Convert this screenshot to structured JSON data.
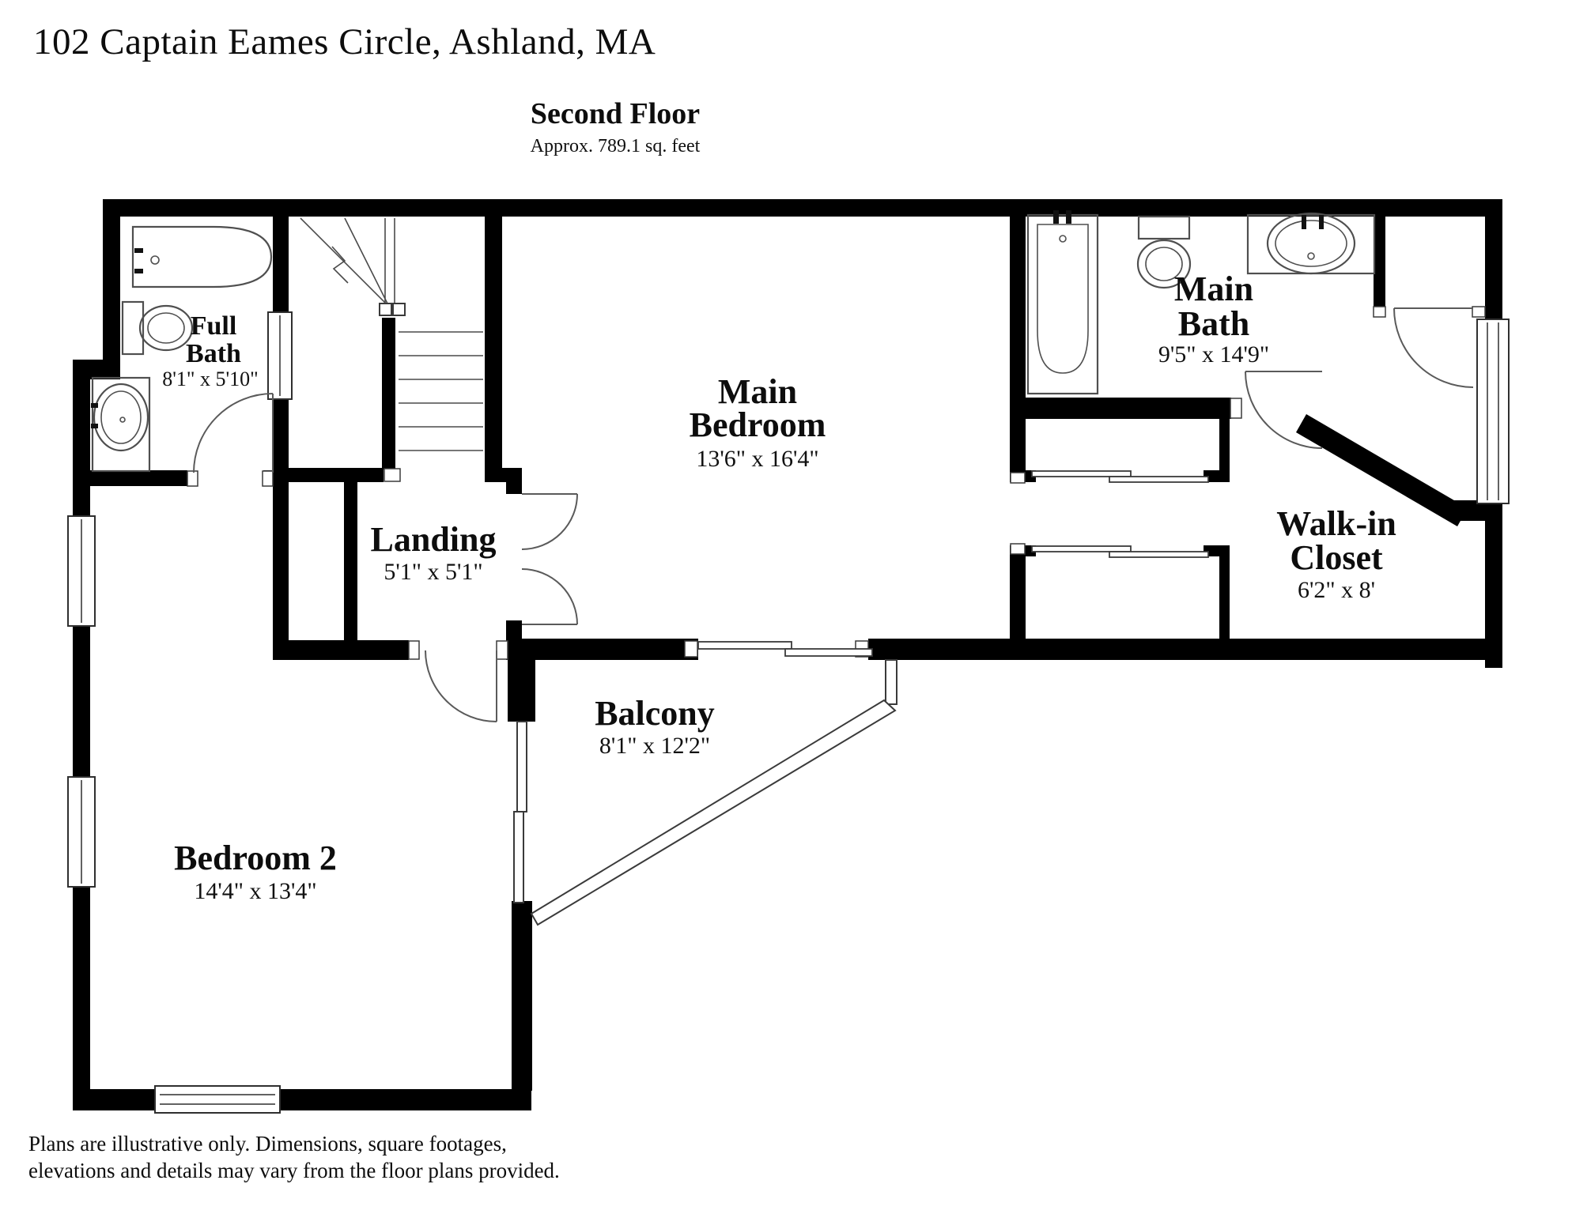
{
  "header": {
    "address": "102 Captain Eames Circle, Ashland, MA",
    "floor_title": "Second Floor",
    "floor_area": "Approx. 789.1 sq. feet"
  },
  "rooms": {
    "full_bath": {
      "name1": "Full",
      "name2": "Bath",
      "dims": "8'1\" x 5'10\""
    },
    "main_bedroom": {
      "name1": "Main",
      "name2": "Bedroom",
      "dims": "13'6\" x 16'4\""
    },
    "main_bath": {
      "name1": "Main",
      "name2": "Bath",
      "dims": "9'5\" x 14'9\""
    },
    "landing": {
      "name": "Landing",
      "dims": "5'1\" x 5'1\""
    },
    "walk_in_closet": {
      "name1": "Walk-in",
      "name2": "Closet",
      "dims": "6'2\" x 8'"
    },
    "balcony": {
      "name": "Balcony",
      "dims": "8'1\" x 12'2\""
    },
    "bedroom_2": {
      "name": "Bedroom 2",
      "dims": "14'4\" x 13'4\""
    }
  },
  "footer": {
    "disclaimer_line1": "Plans are illustrative only. Dimensions, square footages,",
    "disclaimer_line2": "elevations and details may vary from the floor plans provided."
  },
  "colors": {
    "wall": "#000000",
    "background": "#ffffff",
    "fixture_line": "#4f4f4f"
  }
}
